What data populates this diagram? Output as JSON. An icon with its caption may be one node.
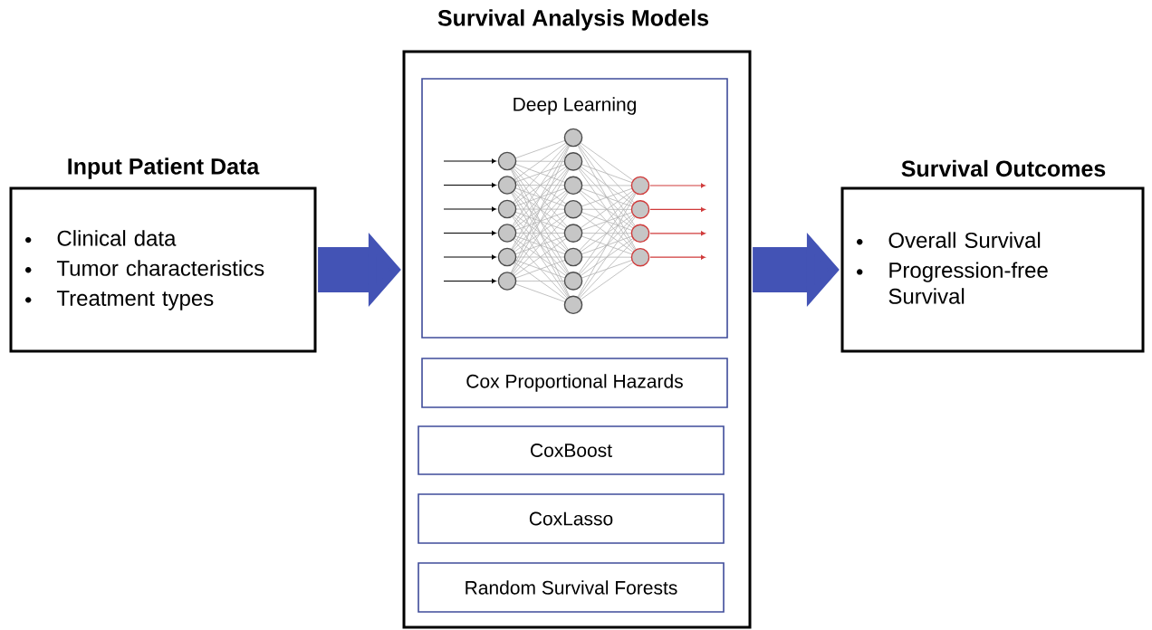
{
  "diagram": {
    "nodes": [
      {
        "text": [
          "Input Patient Data",
          "Clinical data",
          "Tumor characteristics",
          "Treatment types"
        ]
      },
      {
        "text": [
          "Survival Analysis Models"
        ]
      },
      {
        "text": [
          "Deep Learning"
        ],
        "in": 1
      },
      {
        "text": [
          "Cox Proportional Hazards"
        ],
        "in": 1
      },
      {
        "text": [
          "CoxBoost"
        ],
        "in": 1
      },
      {
        "text": [
          "CoxLasso"
        ],
        "in": 1
      },
      {
        "text": [
          "Random Survival Forests"
        ],
        "in": 1
      },
      {
        "text": [
          "Survival Outcomes",
          "Overall Survival",
          "Progression-free Survival"
        ]
      }
    ],
    "edges": [
      {
        "from": 0,
        "to": 1,
        "arrow": "to"
      },
      {
        "from": 1,
        "to": 7,
        "arrow": "to"
      }
    ]
  }
}
